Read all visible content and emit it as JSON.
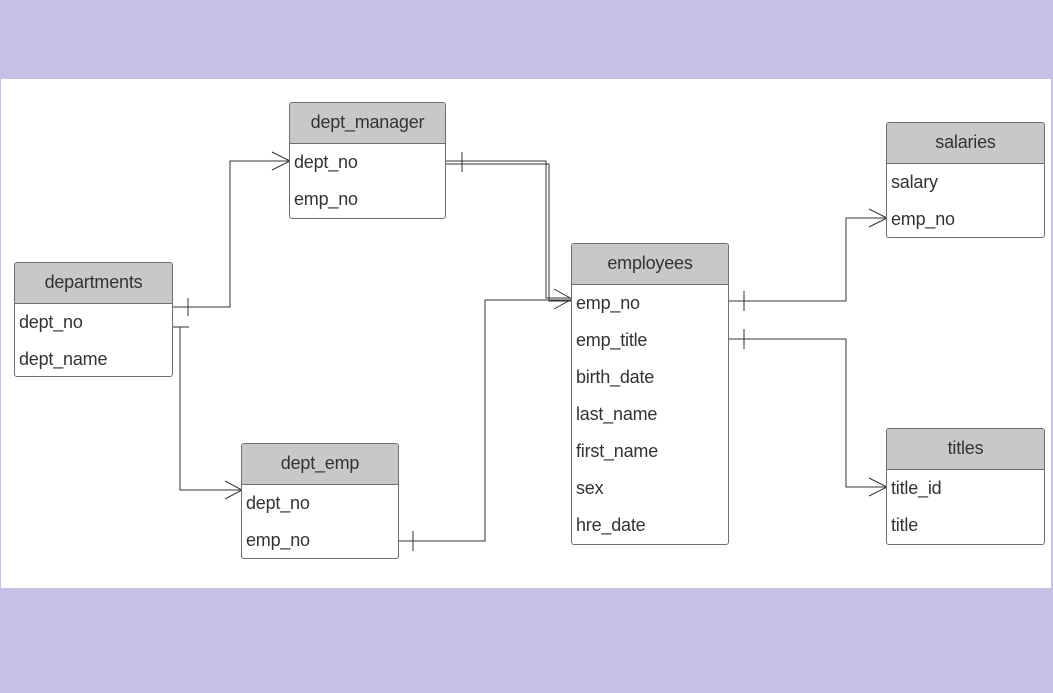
{
  "colors": {
    "background_band": "#c6bfe6",
    "canvas": "#ffffff",
    "entity_header": "#c8c8c8",
    "entity_border": "#6e6e6e",
    "connector": "#333333",
    "text": "#333333"
  },
  "entities": {
    "dept_manager": {
      "title": "dept_manager",
      "fields": [
        "dept_no",
        "emp_no"
      ]
    },
    "departments": {
      "title": "departments",
      "fields": [
        "dept_no",
        "dept_name"
      ]
    },
    "dept_emp": {
      "title": "dept_emp",
      "fields": [
        "dept_no",
        "emp_no"
      ]
    },
    "employees": {
      "title": "employees",
      "fields": [
        "emp_no",
        "emp_title",
        "birth_date",
        "last_name",
        "first_name",
        "sex",
        "hre_date"
      ]
    },
    "salaries": {
      "title": "salaries",
      "fields": [
        "salary",
        "emp_no"
      ]
    },
    "titles": {
      "title": "titles",
      "fields": [
        "title_id",
        "title"
      ]
    }
  },
  "relationships": [
    {
      "from": "departments.dept_no",
      "to": "dept_manager.dept_no",
      "from_cardinality": "one",
      "to_cardinality": "many"
    },
    {
      "from": "departments.dept_no",
      "to": "dept_emp.dept_no",
      "from_cardinality": "one",
      "to_cardinality": "many"
    },
    {
      "from": "dept_manager.dept_no",
      "to": "employees.emp_no",
      "from_cardinality": "one",
      "to_cardinality": "many"
    },
    {
      "from": "dept_emp.emp_no",
      "to": "employees.emp_no",
      "from_cardinality": "one",
      "to_cardinality": "many"
    },
    {
      "from": "employees.emp_no",
      "to": "salaries.emp_no",
      "from_cardinality": "one",
      "to_cardinality": "many"
    },
    {
      "from": "employees.emp_title",
      "to": "titles.title_id",
      "from_cardinality": "one",
      "to_cardinality": "many"
    }
  ]
}
